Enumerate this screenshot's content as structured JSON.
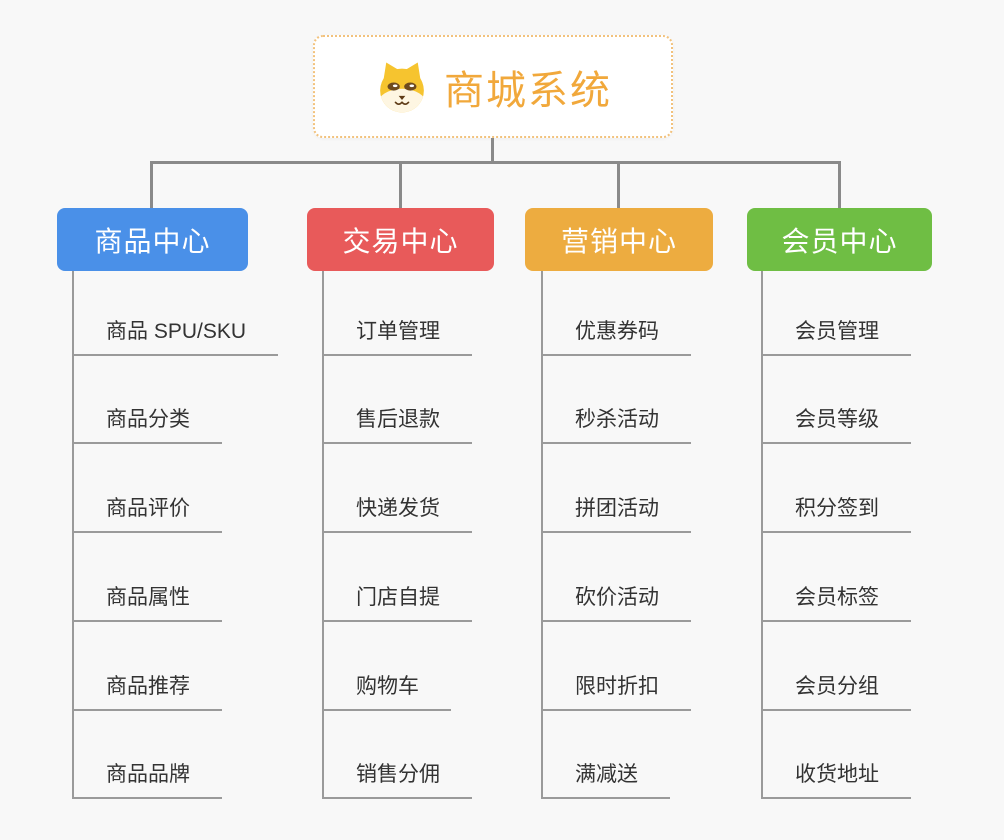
{
  "root": {
    "label": "商城系统",
    "text_color": "#F1A83B",
    "border_color": "#F2C27D",
    "icon": "shiba-dog-icon"
  },
  "branches": [
    {
      "label": "商品中心",
      "color": "#4A90E8",
      "children": [
        "商品 SPU/SKU",
        "商品分类",
        "商品评价",
        "商品属性",
        "商品推荐",
        "商品品牌"
      ]
    },
    {
      "label": "交易中心",
      "color": "#E85A5A",
      "children": [
        "订单管理",
        "售后退款",
        "快递发货",
        "门店自提",
        "购物车",
        "销售分佣"
      ]
    },
    {
      "label": "营销中心",
      "color": "#EDAC40",
      "children": [
        "优惠券码",
        "秒杀活动",
        "拼团活动",
        "砍价活动",
        "限时折扣",
        "满减送"
      ]
    },
    {
      "label": "会员中心",
      "color": "#6FBE44",
      "children": [
        "会员管理",
        "会员等级",
        "积分签到",
        "会员标签",
        "会员分组",
        "收货地址"
      ]
    }
  ],
  "connector_color": "#8A8A8A",
  "background_color": "#F8F8F8"
}
